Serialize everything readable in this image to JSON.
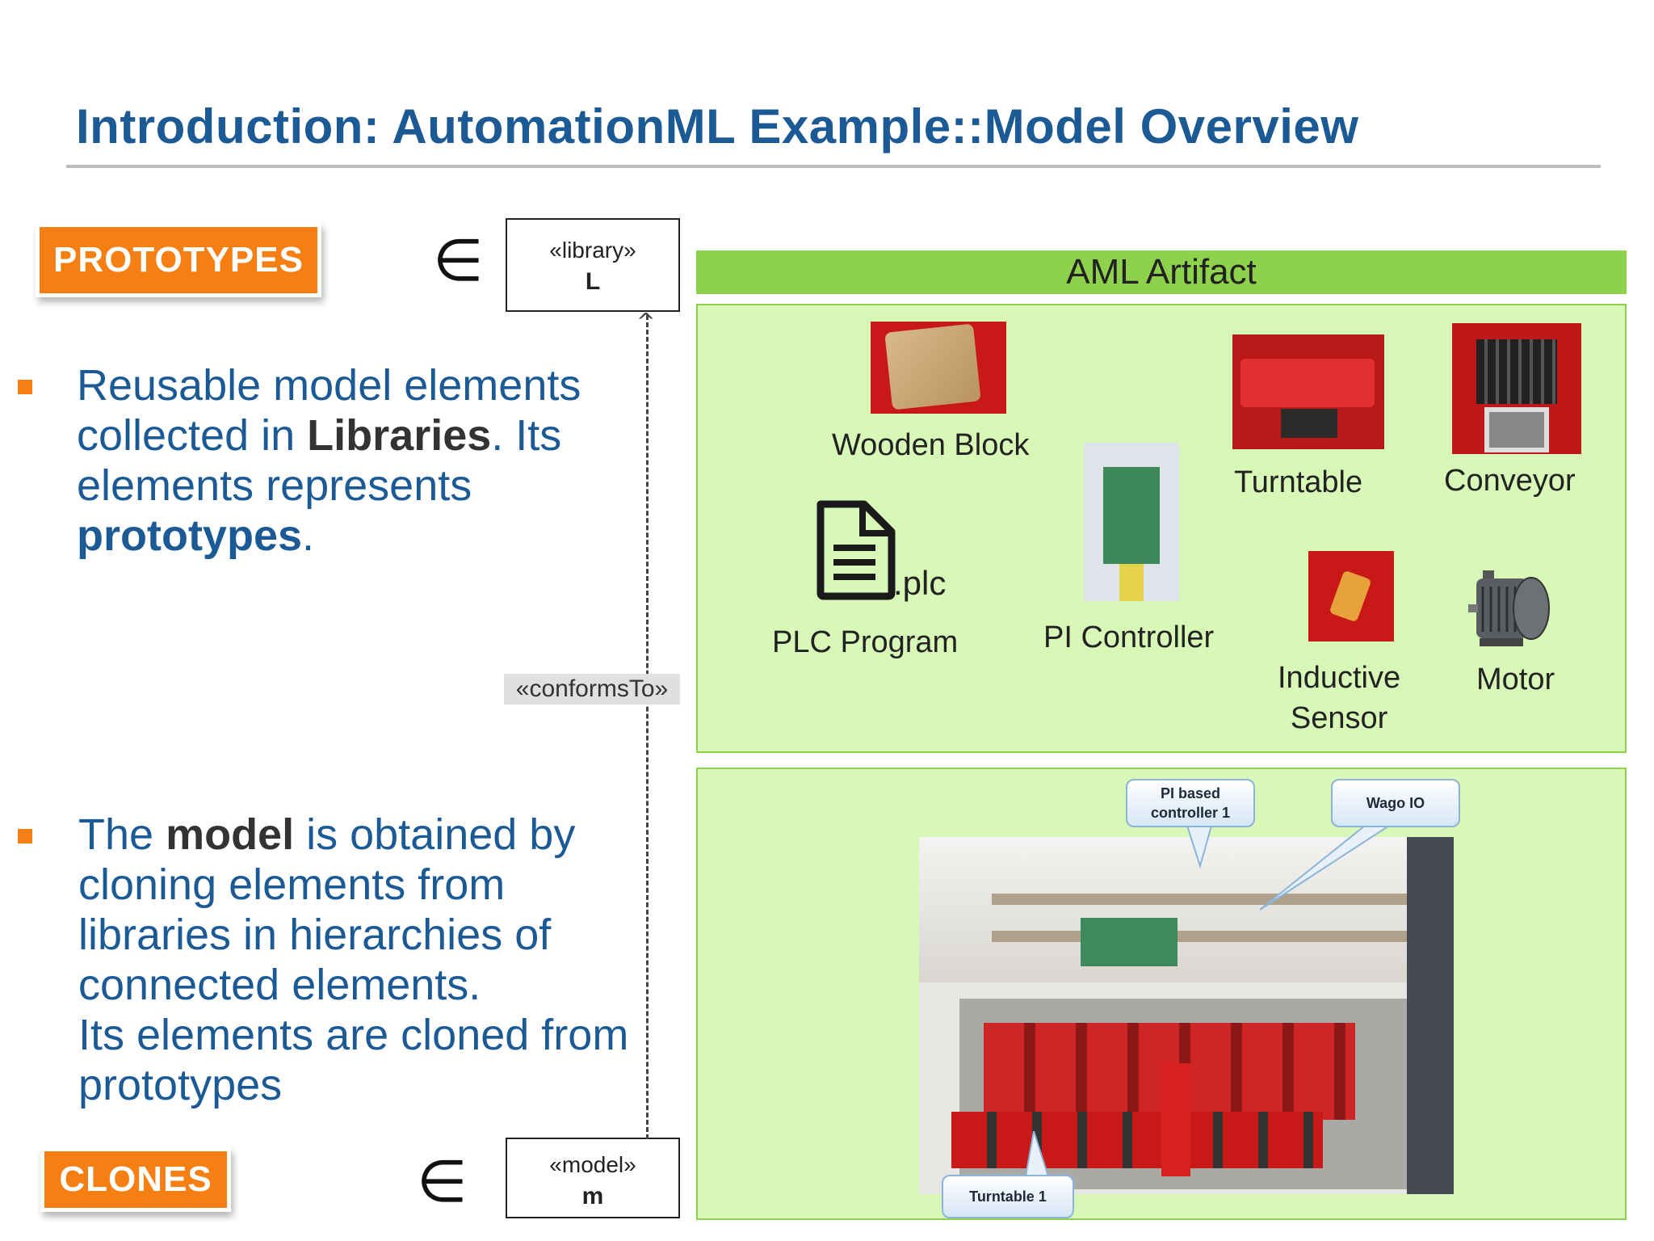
{
  "slide": {
    "title": "Introduction: AutomationML Example::Model Overview"
  },
  "badges": {
    "prototypes": "PROTOTYPES",
    "clones": "CLONES"
  },
  "symbols": {
    "element_of": "∈",
    "arrow_head": "^"
  },
  "diagram": {
    "library_box": {
      "stereotype": "«library»",
      "name": "L"
    },
    "model_box": {
      "stereotype": "«model»",
      "name": "m"
    },
    "conforms_label": "«conformsTo»"
  },
  "bullet1": {
    "part1": "Reusable model elements collected in ",
    "emph1": "Libraries",
    "part2": ". Its elements represents ",
    "emph2": "prototypes",
    "part3": "."
  },
  "bullet2": {
    "part1": "The ",
    "emph1": "model",
    "part2": " is obtained by cloning elements from libraries in hierarchies of connected elements.",
    "line2": "Its elements are cloned from prototypes"
  },
  "aml": {
    "header": "AML Artifact",
    "items": {
      "wooden_block": "Wooden Block",
      "turntable": "Turntable",
      "conveyor": "Conveyor",
      "plc_ext": ".plc",
      "plc_program": "PLC Program",
      "pi_controller": "PI Controller",
      "inductive_line1": "Inductive",
      "inductive_line2": "Sensor",
      "motor": "Motor"
    }
  },
  "photo_callouts": {
    "pi_line1": "PI based",
    "pi_line2": "controller 1",
    "wago": "Wago IO",
    "turntable": "Turntable 1"
  },
  "colors": {
    "title_blue": "#1c5a96",
    "orange": "#f57f12",
    "green_header": "#8ed14d",
    "green_panel": "#d8f8b8"
  },
  "icons": [
    "document-icon",
    "motor-icon",
    "element-of-symbol",
    "dashed-arrow"
  ]
}
